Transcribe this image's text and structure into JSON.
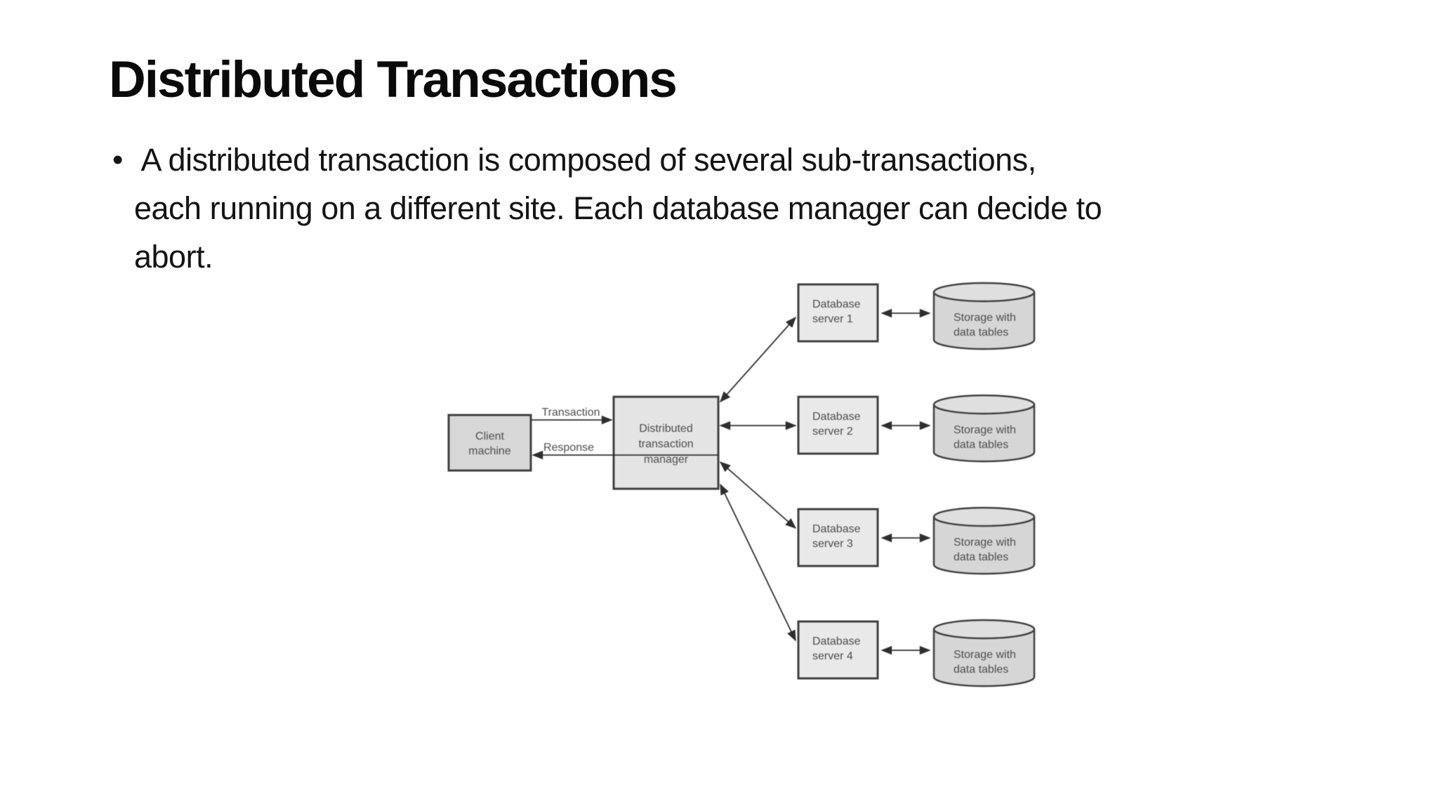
{
  "slide": {
    "title": "Distributed Transactions",
    "bullet_char": "•",
    "bullet_lines": [
      " A distributed transaction is composed of several sub-transactions,",
      "each running on a different site. Each database manager can decide to",
      "abort."
    ]
  },
  "diagram": {
    "client": {
      "line1": "Client",
      "line2": "machine"
    },
    "manager": {
      "line1": "Distributed",
      "line2": "transaction",
      "line3": "manager"
    },
    "transaction_label": "Transaction",
    "response_label": "Response",
    "servers": [
      {
        "line1": "Database",
        "line2": "server 1"
      },
      {
        "line1": "Database",
        "line2": "server 2"
      },
      {
        "line1": "Database",
        "line2": "server 3"
      },
      {
        "line1": "Database",
        "line2": "server 4"
      }
    ],
    "storage": {
      "line1": "Storage with",
      "line2": "data tables"
    }
  },
  "colors": {
    "page_bg": "#ffffff",
    "title_color": "#0a0a0a",
    "body_color": "#141414",
    "box_border": "#3f3f3f",
    "client_fill": "#d7d7d7",
    "manager_fill": "#e4e4e4",
    "server_fill": "#e9e9e9",
    "cylinder_fill": "#d6d6d6",
    "cylinder_top_fill": "#dfdfdf",
    "arrow_color": "#2e2e2e",
    "diagram_text": "#4c4c4c"
  }
}
